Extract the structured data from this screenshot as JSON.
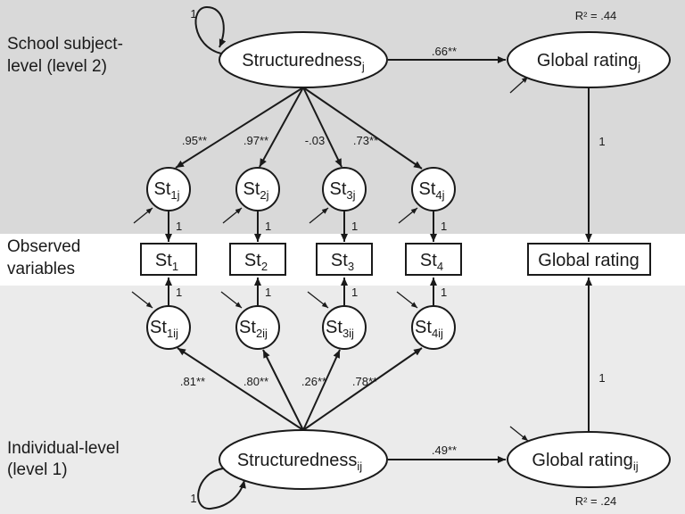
{
  "levels": {
    "level2_line1": "School subject-",
    "level2_line2": "level (level 2)",
    "observed_line1": "Observed",
    "observed_line2": "variables",
    "level1_line1": "Individual-level",
    "level1_line2": "(level 1)"
  },
  "nodes": {
    "struct_j": {
      "base": "Structuredness",
      "sub": "j"
    },
    "global_j": {
      "base": "Global rating",
      "sub": "j"
    },
    "struct_ij": {
      "base": "Structuredness",
      "sub": "ij"
    },
    "global_ij": {
      "base": "Global rating",
      "sub": "ij"
    },
    "st_1j": {
      "base": "St",
      "sub": "1j"
    },
    "st_2j": {
      "base": "St",
      "sub": "2j"
    },
    "st_3j": {
      "base": "St",
      "sub": "3j"
    },
    "st_4j": {
      "base": "St",
      "sub": "4j"
    },
    "st_1ij": {
      "base": "St",
      "sub": "1ij"
    },
    "st_2ij": {
      "base": "St",
      "sub": "2ij"
    },
    "st_3ij": {
      "base": "St",
      "sub": "3ij"
    },
    "st_4ij": {
      "base": "St",
      "sub": "4ij"
    },
    "obs_1": {
      "base": "St",
      "sub": "1"
    },
    "obs_2": {
      "base": "St",
      "sub": "2"
    },
    "obs_3": {
      "base": "St",
      "sub": "3"
    },
    "obs_4": {
      "base": "St",
      "sub": "4"
    },
    "obs_global": {
      "label": "Global rating"
    }
  },
  "coefficients": {
    "struct_to_global_j": ".66**",
    "struct_to_global_ij": ".49**",
    "load_j": [
      ".95**",
      ".97**",
      "-.03",
      ".73**"
    ],
    "load_ij": [
      ".81**",
      ".80**",
      ".26**",
      ".78**"
    ],
    "fixed_one": "1"
  },
  "r2": {
    "global_j": "R² = .44",
    "global_ij": "R² = .24"
  },
  "colors": {
    "level2_band": "#d9d9d9",
    "observed_band": "#ffffff",
    "level1_band": "#ebebeb",
    "ink": "#1a1a1a"
  }
}
